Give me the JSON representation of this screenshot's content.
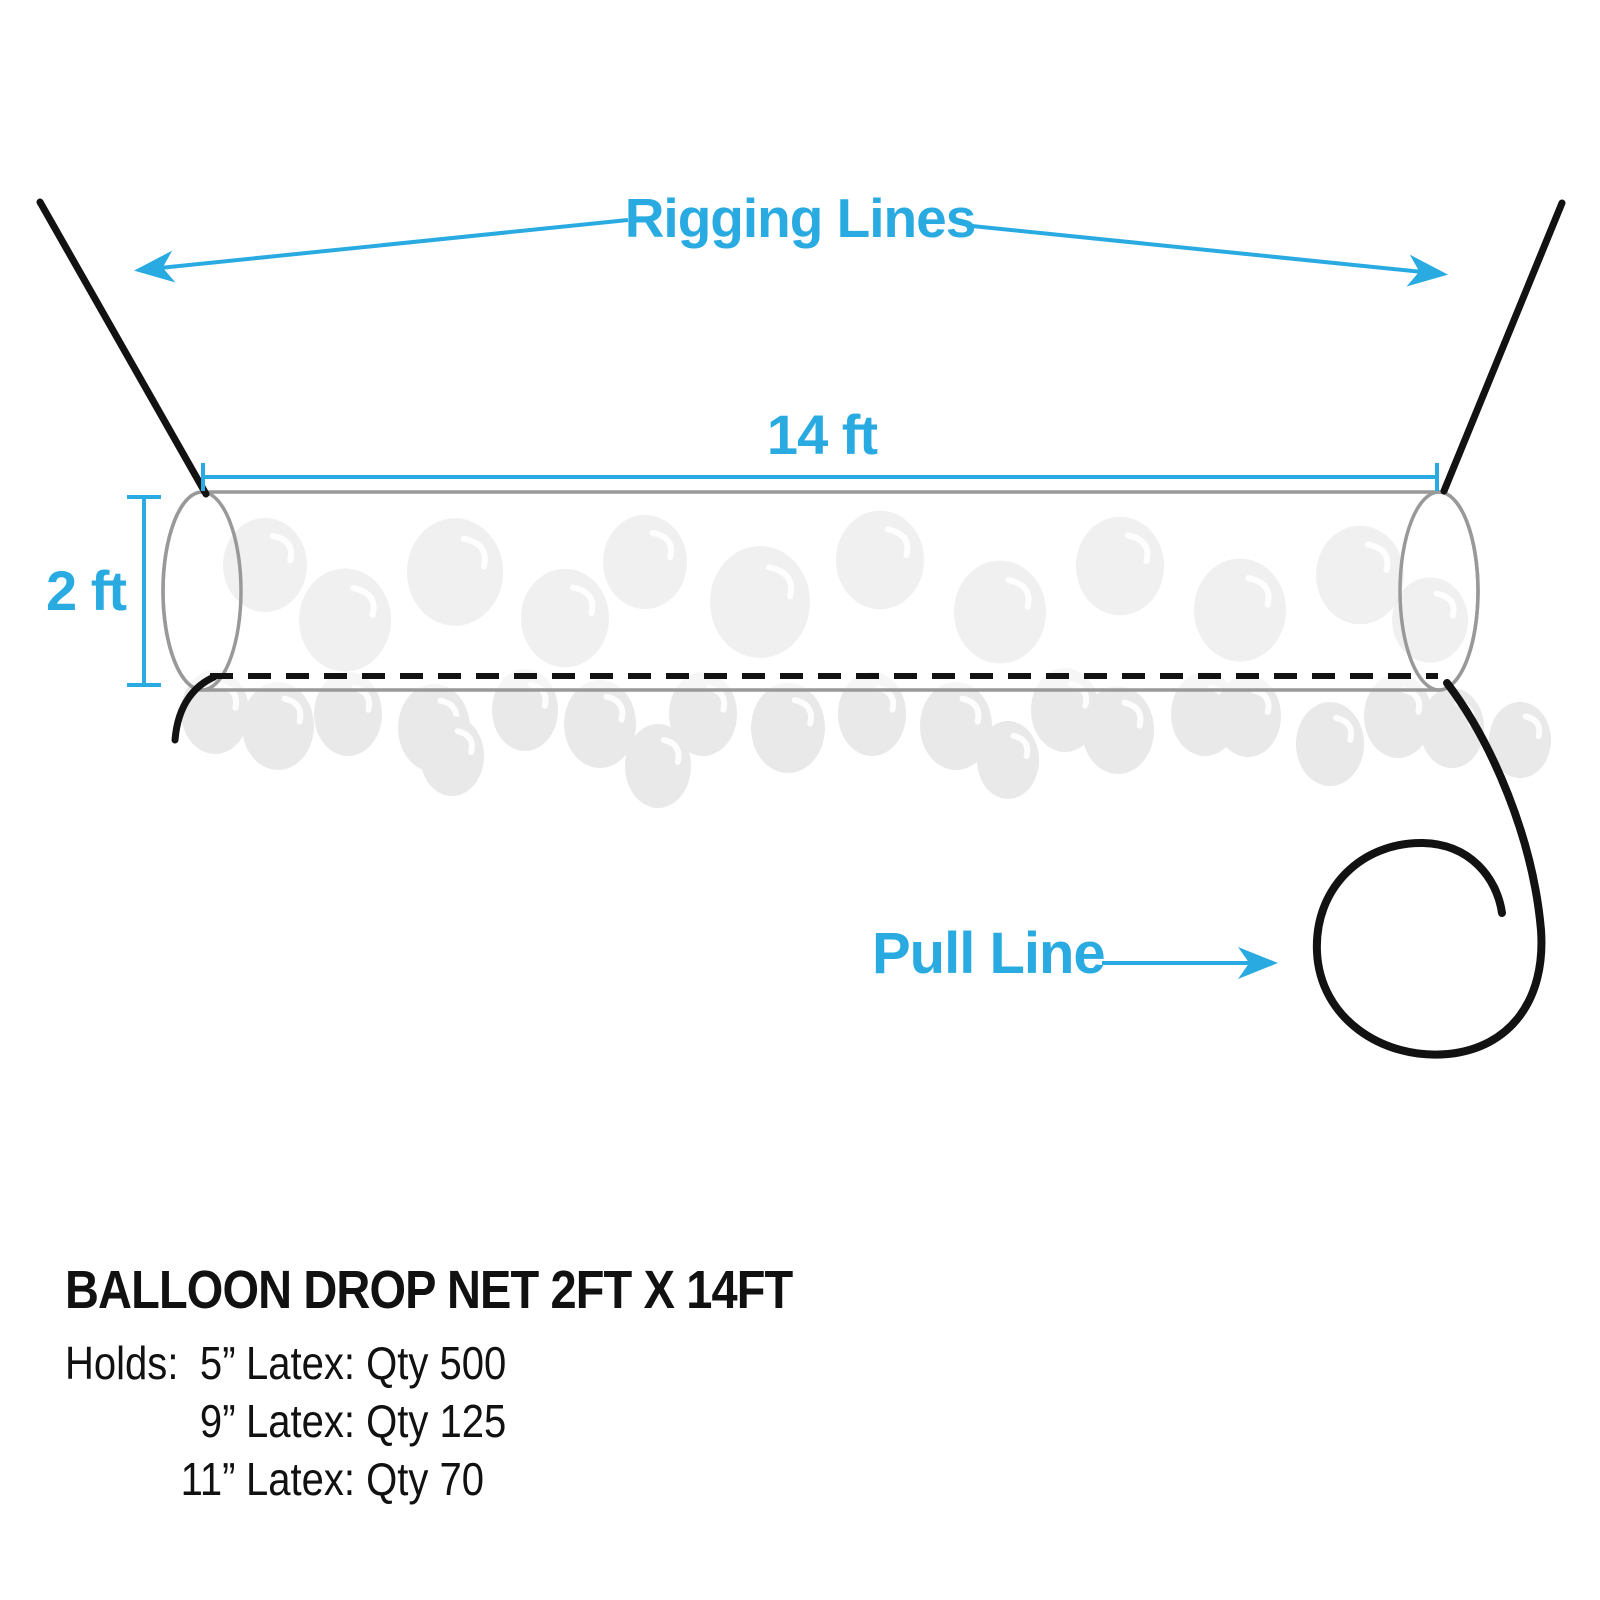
{
  "colors": {
    "accent": "#29ABE2",
    "ink": "#121212",
    "net": "#999999",
    "mesh": "#a4a4a4",
    "balloon": "#e9e9e9"
  },
  "labels": {
    "rigging_lines": "Rigging Lines",
    "pull_line": "Pull Line",
    "width_dimension": "14 ft",
    "height_dimension": "2 ft"
  },
  "specs": {
    "title": "BALLOON DROP NET 2FT X 14FT",
    "holds_label": "Holds:",
    "rows": [
      {
        "size": "5”",
        "rest": "Latex: Qty 500"
      },
      {
        "size": "9”",
        "rest": "Latex: Qty 125"
      },
      {
        "size": "11”",
        "rest": "Latex: Qty 70"
      }
    ]
  },
  "icons": {
    "net_tube": "mesh-cylinder",
    "balloons": "balloon-cluster",
    "arrows": "blue-pointer-arrows"
  }
}
